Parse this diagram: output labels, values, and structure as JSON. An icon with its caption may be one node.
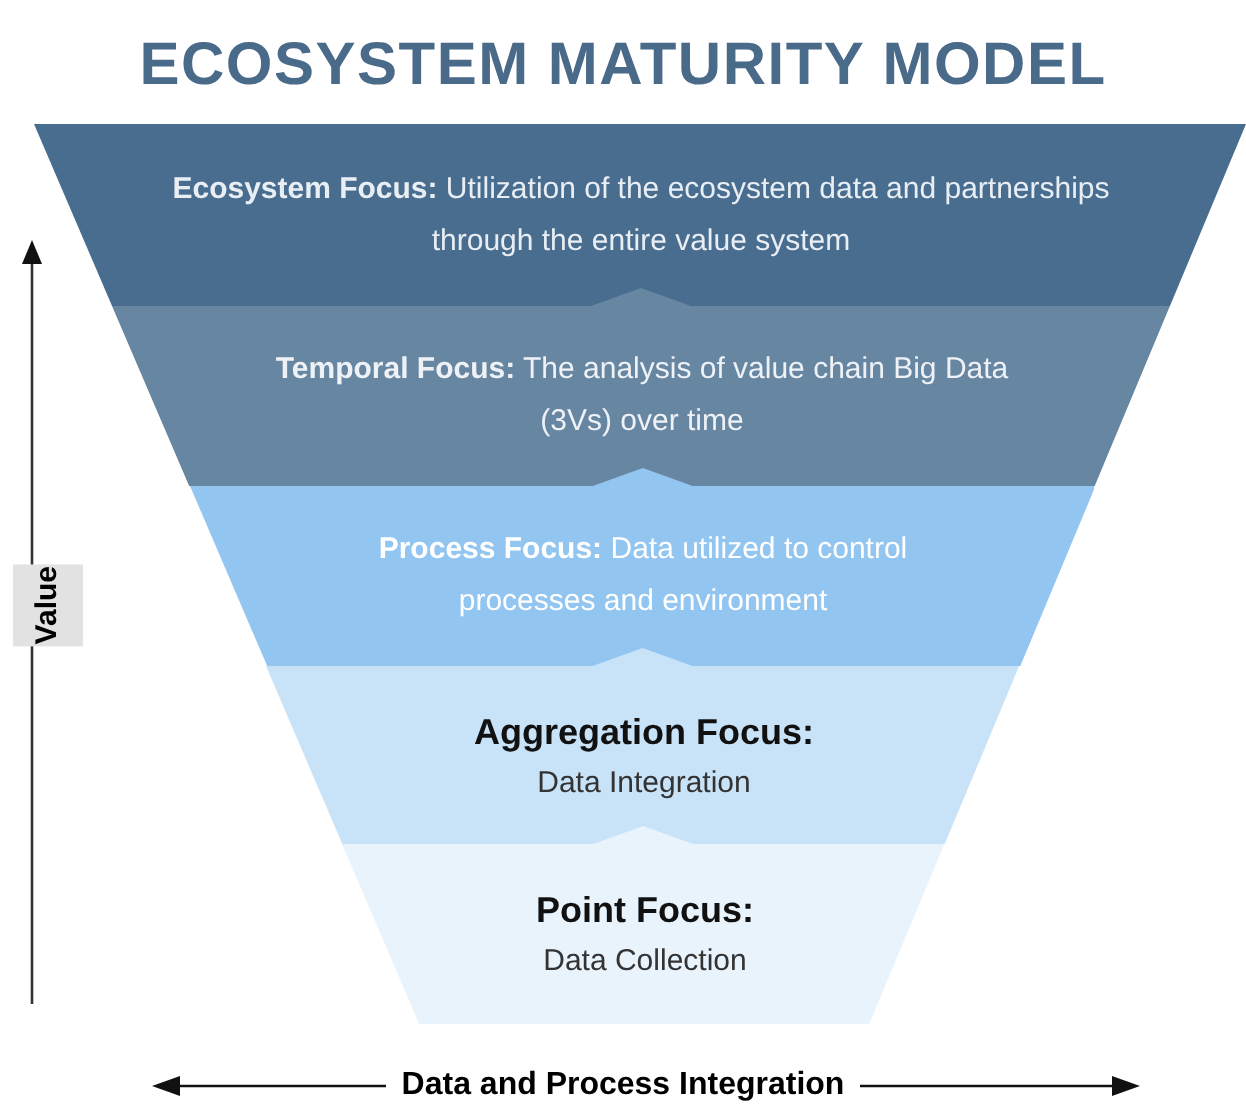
{
  "diagram": {
    "title": "ECOSYSTEM MATURITY MODEL",
    "nodes": [
      {
        "text": [
          "**Ecosystem Focus:** Utilization of the ecosystem data and partnerships through the entire value system"
        ]
      },
      {
        "text": [
          "**Temporal Focus:** The analysis of value chain Big Data (3Vs) over time"
        ]
      },
      {
        "text": [
          "**Process Focus:** Data utilized to control processes and environment"
        ]
      },
      {
        "text": [
          "Aggregation Focus:",
          "Data Integration"
        ]
      },
      {
        "text": [
          "Point Focus:",
          "Data Collection"
        ]
      }
    ],
    "labels": [
      "Value",
      "Data and Process Integration"
    ]
  }
}
